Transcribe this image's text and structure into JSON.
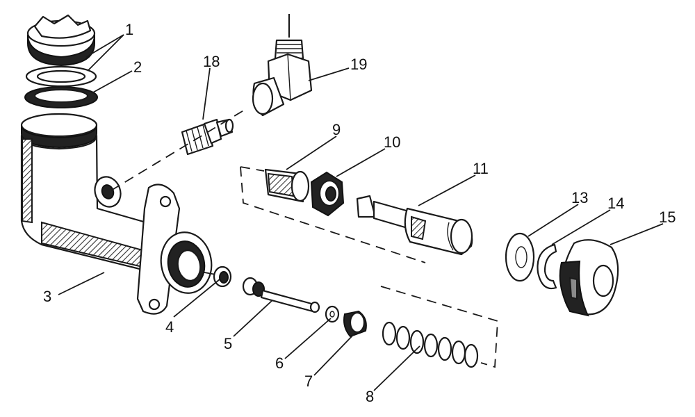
{
  "callouts": [
    {
      "id": "1",
      "label": "1"
    },
    {
      "id": "2",
      "label": "2"
    },
    {
      "id": "3",
      "label": "3"
    },
    {
      "id": "4",
      "label": "4"
    },
    {
      "id": "5",
      "label": "5"
    },
    {
      "id": "6",
      "label": "6"
    },
    {
      "id": "7",
      "label": "7"
    },
    {
      "id": "8",
      "label": "8"
    },
    {
      "id": "9",
      "label": "9"
    },
    {
      "id": "10",
      "label": "10"
    },
    {
      "id": "11",
      "label": "11"
    },
    {
      "id": "13",
      "label": "13"
    },
    {
      "id": "14",
      "label": "14"
    },
    {
      "id": "15",
      "label": "15"
    },
    {
      "id": "18",
      "label": "18"
    },
    {
      "id": "19",
      "label": "19"
    }
  ],
  "colors": {
    "ink": "#1a1a1a",
    "paper": "#ffffff",
    "shade": "#8a8a8a"
  }
}
